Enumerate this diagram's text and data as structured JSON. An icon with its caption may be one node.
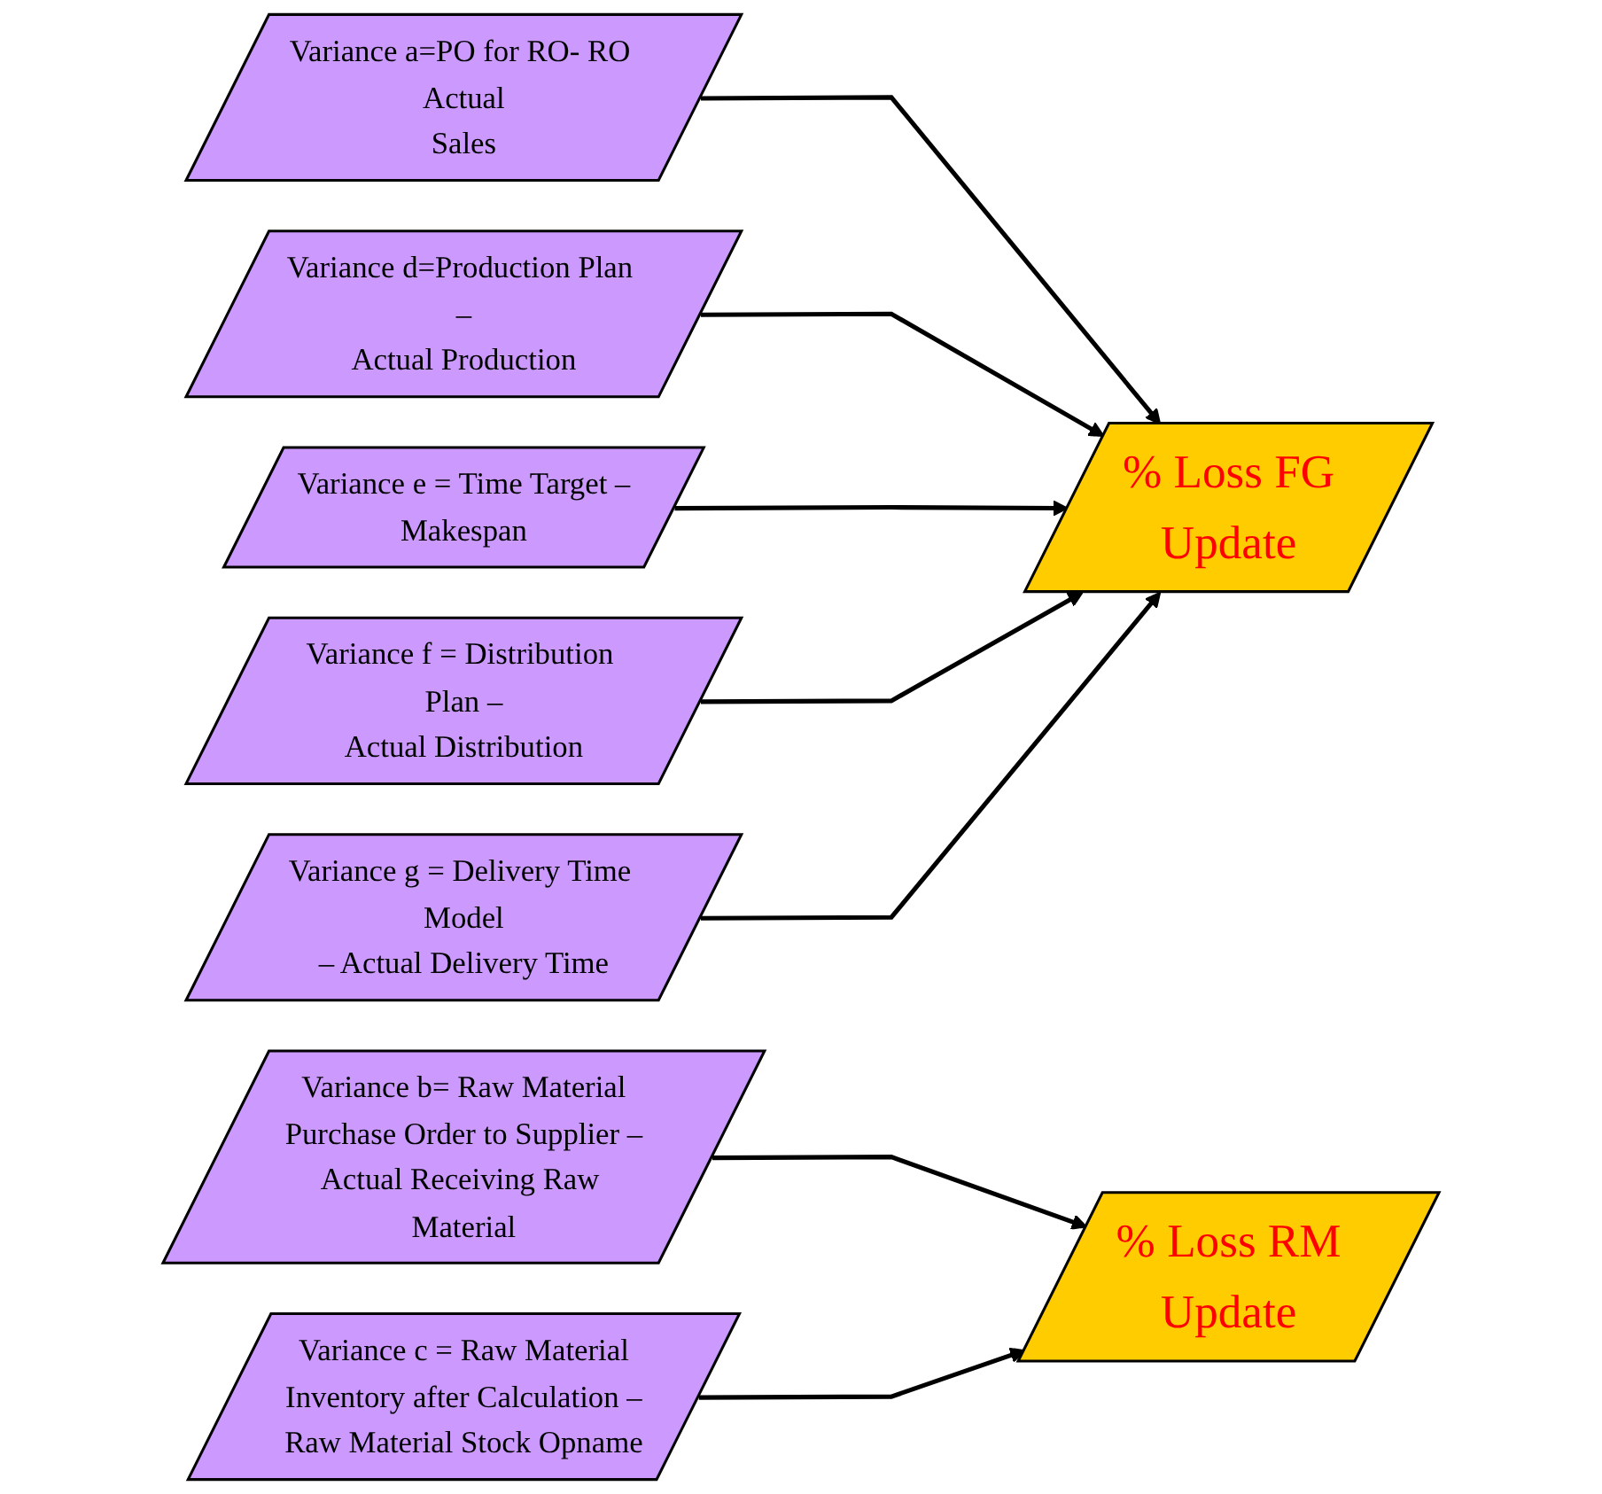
{
  "diagram": {
    "nodes": [
      {
        "text": [
          "Variance a=PO for RO- RO Actual Sales"
        ]
      },
      {
        "text": [
          "Variance d=Production Plan – Actual Production"
        ]
      },
      {
        "text": [
          "Variance e = Time Target – Makespan"
        ]
      },
      {
        "text": [
          "Variance f = Distribution Plan – Actual Distribution"
        ]
      },
      {
        "text": [
          "Variance g = Delivery Time Model – Actual Delivery Time"
        ]
      },
      {
        "text": [
          "% Loss FG Update"
        ]
      },
      {
        "text": [
          "Variance b= Raw Material Purchase Order to Supplier – Actual Receiving Raw Material"
        ]
      },
      {
        "text": [
          "Variance c = Raw Material Inventory after Calculation – Raw Material Stock Opname"
        ]
      },
      {
        "text": [
          "% Loss RM Update"
        ]
      }
    ],
    "edges": [
      {
        "from": 0,
        "to": 5,
        "arrow": "to"
      },
      {
        "from": 1,
        "to": 5,
        "arrow": "to"
      },
      {
        "from": 2,
        "to": 5,
        "arrow": "to"
      },
      {
        "from": 3,
        "to": 5,
        "arrow": "to"
      },
      {
        "from": 4,
        "to": 5,
        "arrow": "to"
      },
      {
        "from": 6,
        "to": 8,
        "arrow": "to"
      },
      {
        "from": 7,
        "to": 8,
        "arrow": "to"
      }
    ]
  }
}
